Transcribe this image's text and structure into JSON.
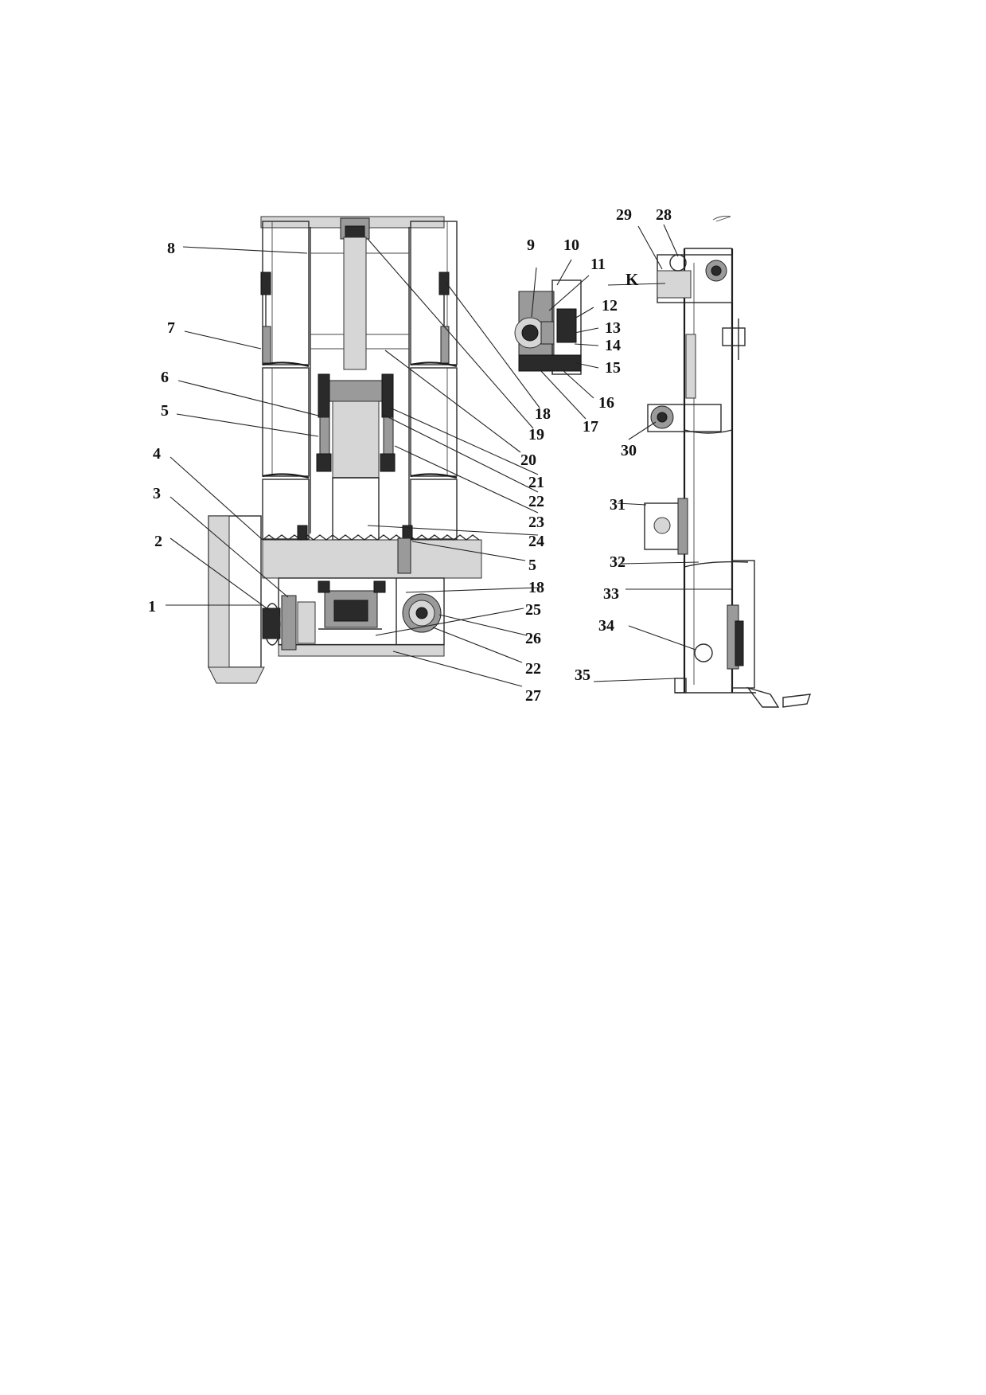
{
  "figure": {
    "callouts": [
      {
        "id": "c1",
        "text": "1"
      },
      {
        "id": "c2",
        "text": "2"
      },
      {
        "id": "c3",
        "text": "3"
      },
      {
        "id": "c4",
        "text": "4"
      },
      {
        "id": "c5a",
        "text": "5"
      },
      {
        "id": "c6",
        "text": "6"
      },
      {
        "id": "c7",
        "text": "7"
      },
      {
        "id": "c8",
        "text": "8"
      },
      {
        "id": "c9",
        "text": "9"
      },
      {
        "id": "c10",
        "text": "10"
      },
      {
        "id": "c11",
        "text": "11"
      },
      {
        "id": "c12",
        "text": "12"
      },
      {
        "id": "c13",
        "text": "13"
      },
      {
        "id": "c14",
        "text": "14"
      },
      {
        "id": "c15",
        "text": "15"
      },
      {
        "id": "c16",
        "text": "16"
      },
      {
        "id": "c17",
        "text": "17"
      },
      {
        "id": "c18a",
        "text": "18"
      },
      {
        "id": "c19",
        "text": "19"
      },
      {
        "id": "c20",
        "text": "20"
      },
      {
        "id": "c21",
        "text": "21"
      },
      {
        "id": "c22a",
        "text": "22"
      },
      {
        "id": "c23",
        "text": "23"
      },
      {
        "id": "c24",
        "text": "24"
      },
      {
        "id": "c5b",
        "text": "5"
      },
      {
        "id": "c18b",
        "text": "18"
      },
      {
        "id": "c25",
        "text": "25"
      },
      {
        "id": "c26",
        "text": "26"
      },
      {
        "id": "c22b",
        "text": "22"
      },
      {
        "id": "c27",
        "text": "27"
      },
      {
        "id": "c28",
        "text": "28"
      },
      {
        "id": "c29",
        "text": "29"
      },
      {
        "id": "cK",
        "text": "K"
      },
      {
        "id": "c30",
        "text": "30"
      },
      {
        "id": "c31",
        "text": "31"
      },
      {
        "id": "c32",
        "text": "32"
      },
      {
        "id": "c33",
        "text": "33"
      },
      {
        "id": "c34",
        "text": "34"
      },
      {
        "id": "c35",
        "text": "35"
      }
    ]
  }
}
